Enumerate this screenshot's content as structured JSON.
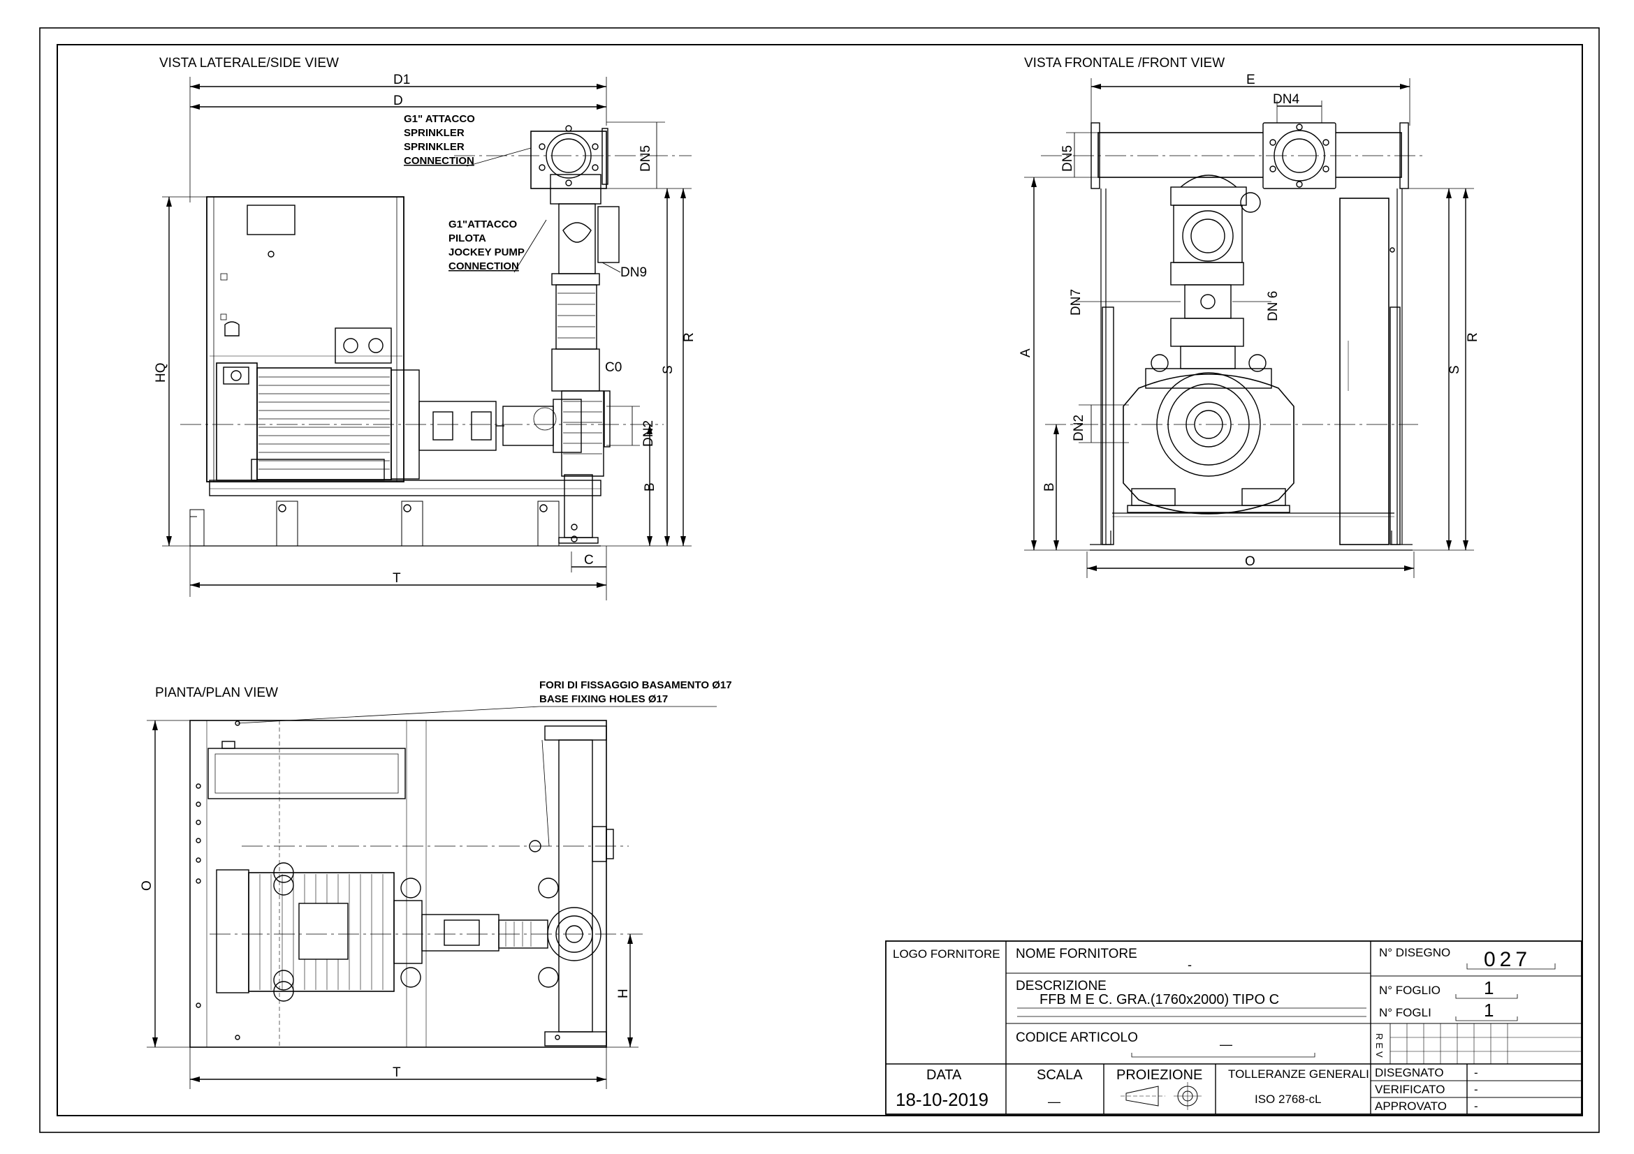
{
  "views": {
    "side": "VISTA LATERALE/SIDE VIEW",
    "front": "VISTA FRONTALE /FRONT VIEW",
    "plan": "PIANTA/PLAN VIEW"
  },
  "side_dims": {
    "d1": "D1",
    "d": "D",
    "hq": "HQ",
    "r": "R",
    "s": "S",
    "b": "B",
    "c": "C",
    "t": "T",
    "dn5": "DN5",
    "dn9": "DN9",
    "dn2": "DN2",
    "c0": "C0"
  },
  "side_notes": {
    "sprinkler": [
      "G1\" ATTACCO",
      "SPRINKLER",
      "SPRINKLER",
      "CONNECTION"
    ],
    "jockey": [
      "G1\"ATTACCO",
      "PILOTA",
      "JOCKEY PUMP",
      "CONNECTION"
    ]
  },
  "front_dims": {
    "e": "E",
    "dn4": "DN4",
    "dn5": "DN5",
    "dn7": "DN7",
    "dn6": "DN 6",
    "a": "A",
    "r": "R",
    "s": "S",
    "dn2": "DN2",
    "b": "B",
    "o": "O"
  },
  "plan_dims": {
    "o": "O",
    "h": "H",
    "t": "T"
  },
  "plan_notes": [
    "FORI DI FISSAGGIO BASAMENTO Ø17",
    "BASE FIXING HOLES Ø17"
  ],
  "title_block": {
    "logo": "LOGO FORNITORE",
    "supplier_label": "NOME FORNITORE",
    "supplier_value": "-",
    "description_label": "DESCRIZIONE",
    "description_value": "FFB M E C. GRA.(1760x2000) TIPO C",
    "code_label": "CODICE ARTICOLO",
    "code_value": "—",
    "drawing_no_label": "N° DISEGNO",
    "drawing_no_value": "027",
    "sheet_label": "N° FOGLIO",
    "sheet_value": "1",
    "sheets_label": "N° FOGLI",
    "sheets_value": "1",
    "rev_label": "REV",
    "date_label": "DATA",
    "date_value": "18-10-2019",
    "scale_label": "SCALA",
    "scale_value": "—",
    "projection_label": "PROIEZIONE",
    "tolerance_label": "TOLLERANZE GENERALI",
    "tolerance_value": "ISO 2768-cL",
    "drawn_label": "DISEGNATO",
    "drawn_value": "-",
    "checked_label": "VERIFICATO",
    "checked_value": "-",
    "approved_label": "APPROVATO",
    "approved_value": "-"
  }
}
